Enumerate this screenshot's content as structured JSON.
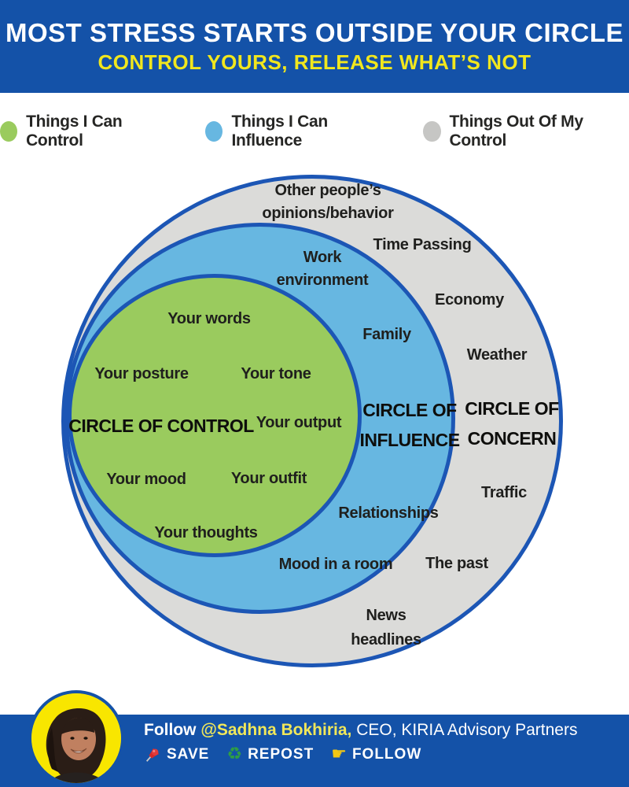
{
  "header": {
    "title": "MOST STRESS STARTS OUTSIDE YOUR CIRCLE",
    "subtitle": "CONTROL YOURS, RELEASE WHAT’S NOT"
  },
  "legend": {
    "items": [
      {
        "label": "Things I Can Control",
        "color": "#9acb5e"
      },
      {
        "label": "Things I Can Influence",
        "color": "#67b7e1"
      },
      {
        "label": "Things Out Of My Control",
        "color": "#c6c6c4"
      }
    ]
  },
  "diagram": {
    "concern": {
      "title": "CIRCLE OF\nCONCERN",
      "items": {
        "opinions": "Other people’s\nopinions/behavior",
        "time": "Time Passing",
        "economy": "Economy",
        "weather": "Weather",
        "traffic": "Traffic",
        "past": "The past",
        "news": "News\nheadlines"
      }
    },
    "influence": {
      "title": "CIRCLE OF\nINFLUENCE",
      "items": {
        "work": "Work\nenvironment",
        "family": "Family",
        "relationships": "Relationships",
        "mood_room": "Mood in a room"
      }
    },
    "control": {
      "title": "CIRCLE OF CONTROL",
      "items": {
        "words": "Your words",
        "posture": "Your posture",
        "tone": "Your tone",
        "output": "Your output",
        "mood": "Your mood",
        "outfit": "Your outfit",
        "thoughts": "Your thoughts"
      }
    }
  },
  "footer": {
    "follow_prefix": "Follow",
    "handle": "@Sadhna Bokhiria,",
    "suffix": " CEO, KIRIA Advisory Partners",
    "actions": [
      {
        "icon": "pushpin-icon",
        "label": "SAVE"
      },
      {
        "icon": "recycle-icon",
        "label": "REPOST"
      },
      {
        "icon": "pointing-finger-icon",
        "label": "FOLLOW"
      }
    ]
  },
  "colors": {
    "banner_blue": "#1452a8",
    "circle_border_blue": "#1c56b5",
    "header_yellow": "#f1e71d",
    "control_fill": "#9acb5e",
    "influence_fill": "#67b7e1",
    "concern_fill": "#dbdbd9",
    "avatar_background": "#f8e600"
  }
}
